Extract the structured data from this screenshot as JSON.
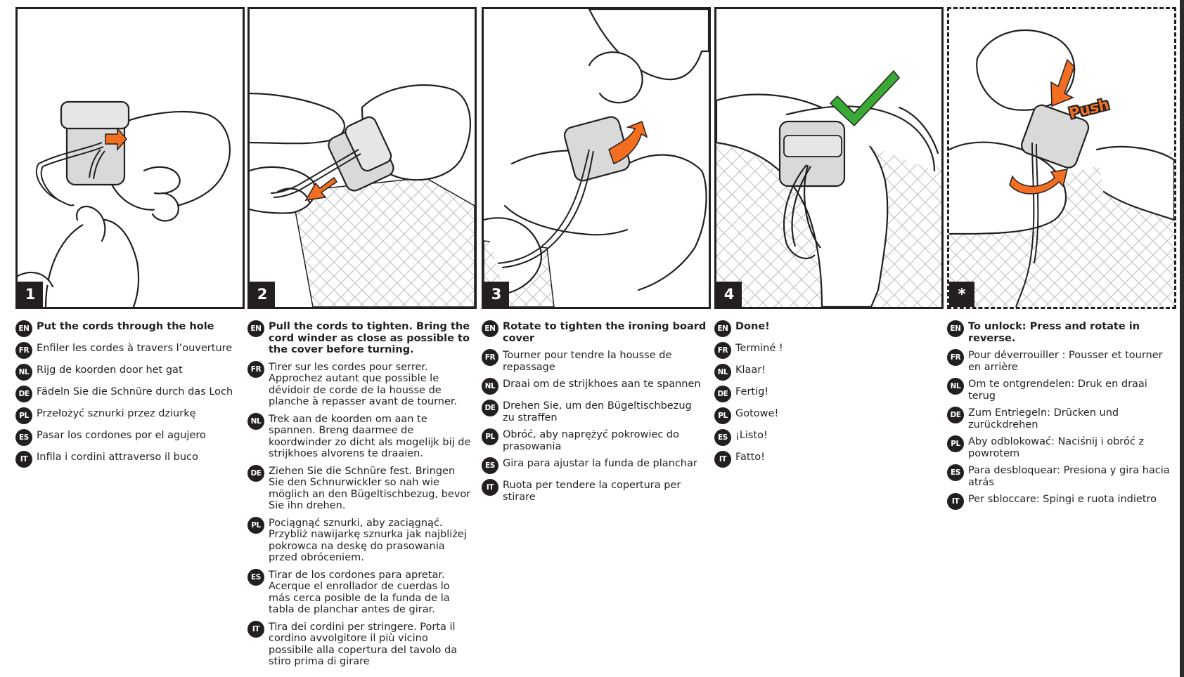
{
  "colors": {
    "accent": "#f26f21",
    "check": "#3aaa35",
    "ink": "#231f20",
    "device": "#d9d9d9"
  },
  "panels": [
    {
      "number": "1"
    },
    {
      "number": "2"
    },
    {
      "number": "3"
    },
    {
      "number": "4"
    },
    {
      "number": "*",
      "callout": "Push"
    }
  ],
  "columns": [
    {
      "lines": [
        {
          "lang": "EN",
          "text": "Put the cords through the hole"
        },
        {
          "lang": "FR",
          "text": "Enfiler les cordes à travers l’ouverture"
        },
        {
          "lang": "NL",
          "text": "Rijg de koorden door het gat"
        },
        {
          "lang": "DE",
          "text": "Fädeln Sie die Schnüre durch das Loch"
        },
        {
          "lang": "PL",
          "text": "Przełożyć sznurki przez dziurkę"
        },
        {
          "lang": "ES",
          "text": "Pasar los cordones por el agujero"
        },
        {
          "lang": "IT",
          "text": "Infila i cordini attraverso il buco"
        }
      ]
    },
    {
      "lines": [
        {
          "lang": "EN",
          "text": "Pull the cords to tighten. Bring the cord winder as close as possible to the cover before turning."
        },
        {
          "lang": "FR",
          "text": "Tirer sur les cordes pour serrer. Approchez autant que possible le dévidoir de corde de la housse de planche à repasser avant de tourner."
        },
        {
          "lang": "NL",
          "text": "Trek aan de koorden om aan te spannen. Breng daarmee de koordwinder zo dicht als mogelijk bij de strijkhoes alvorens te draaien."
        },
        {
          "lang": "DE",
          "text": "Ziehen Sie die Schnüre fest. Bringen Sie den Schnurwickler so nah wie möglich an den Bügeltischbezug, bevor Sie ihn drehen."
        },
        {
          "lang": "PL",
          "text": "Pociągnąć sznurki, aby zaciągnąć. Przybliż nawijarkę sznurka jak najbliżej pokrowca na deskę do prasowania przed obróceniem."
        },
        {
          "lang": "ES",
          "text": "Tirar de los cordones para apretar. Acerque el enrollador de cuerdas lo más cerca posible de la funda de la tabla de planchar antes de girar."
        },
        {
          "lang": "IT",
          "text": "Tira dei cordini per stringere. Porta il cordino avvolgitore il più vicino possibile alla copertura del tavolo da stiro prima di girare"
        }
      ]
    },
    {
      "lines": [
        {
          "lang": "EN",
          "text": "Rotate to tighten the ironing board cover"
        },
        {
          "lang": "FR",
          "text": "Tourner pour tendre la housse de repassage"
        },
        {
          "lang": "NL",
          "text": "Draai om de strijkhoes aan te spannen"
        },
        {
          "lang": "DE",
          "text": "Drehen Sie, um den Bügeltischbezug zu straffen"
        },
        {
          "lang": "PL",
          "text": "Obróć, aby naprężyć pokrowiec do prasowania"
        },
        {
          "lang": "ES",
          "text": "Gira para ajustar la funda de planchar"
        },
        {
          "lang": "IT",
          "text": "Ruota per tendere la copertura per stirare"
        }
      ]
    },
    {
      "lines": [
        {
          "lang": "EN",
          "text": "Done!"
        },
        {
          "lang": "FR",
          "text": "Terminé !"
        },
        {
          "lang": "NL",
          "text": "Klaar!"
        },
        {
          "lang": "DE",
          "text": "Fertig!"
        },
        {
          "lang": "PL",
          "text": "Gotowe!"
        },
        {
          "lang": "ES",
          "text": "¡Listo!"
        },
        {
          "lang": "IT",
          "text": "Fatto!"
        }
      ]
    },
    {
      "lines": [
        {
          "lang": "EN",
          "text": "To unlock: Press and rotate in reverse."
        },
        {
          "lang": "FR",
          "text": "Pour déverrouiller : Pousser et tourner en arrière"
        },
        {
          "lang": "NL",
          "text": "Om te ontgrendelen: Druk en draai terug"
        },
        {
          "lang": "DE",
          "text": "Zum Entriegeln: Drücken und zurückdrehen"
        },
        {
          "lang": "PL",
          "text": "Aby odblokować: Naciśnij i obróć z powrotem"
        },
        {
          "lang": "ES",
          "text": "Para desbloquear: Presiona y gira hacia atrás"
        },
        {
          "lang": "IT",
          "text": "Per sbloccare: Spingi e ruota indietro"
        }
      ]
    }
  ]
}
